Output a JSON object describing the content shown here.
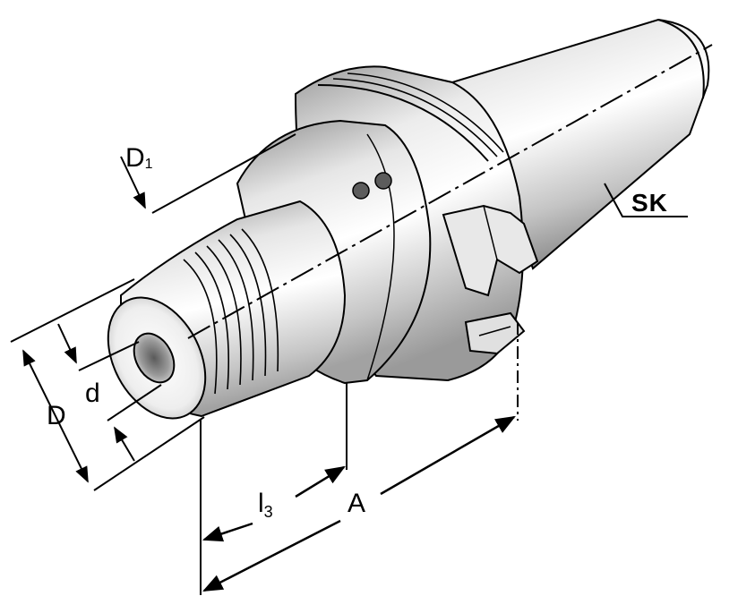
{
  "labels": {
    "D1_main": "D",
    "D1_sub": "1",
    "SK": "SK",
    "D": "D",
    "d": "d",
    "l3_main": "l",
    "l3_sub": "3",
    "A": "A"
  },
  "colors": {
    "line": "#000000",
    "metal_light": "#f4f4f4",
    "metal_mid": "#c8c8c8",
    "metal_dark": "#8a8a8a",
    "background": "#ffffff"
  },
  "icons": {
    "arrow": "dimension-arrowhead"
  }
}
